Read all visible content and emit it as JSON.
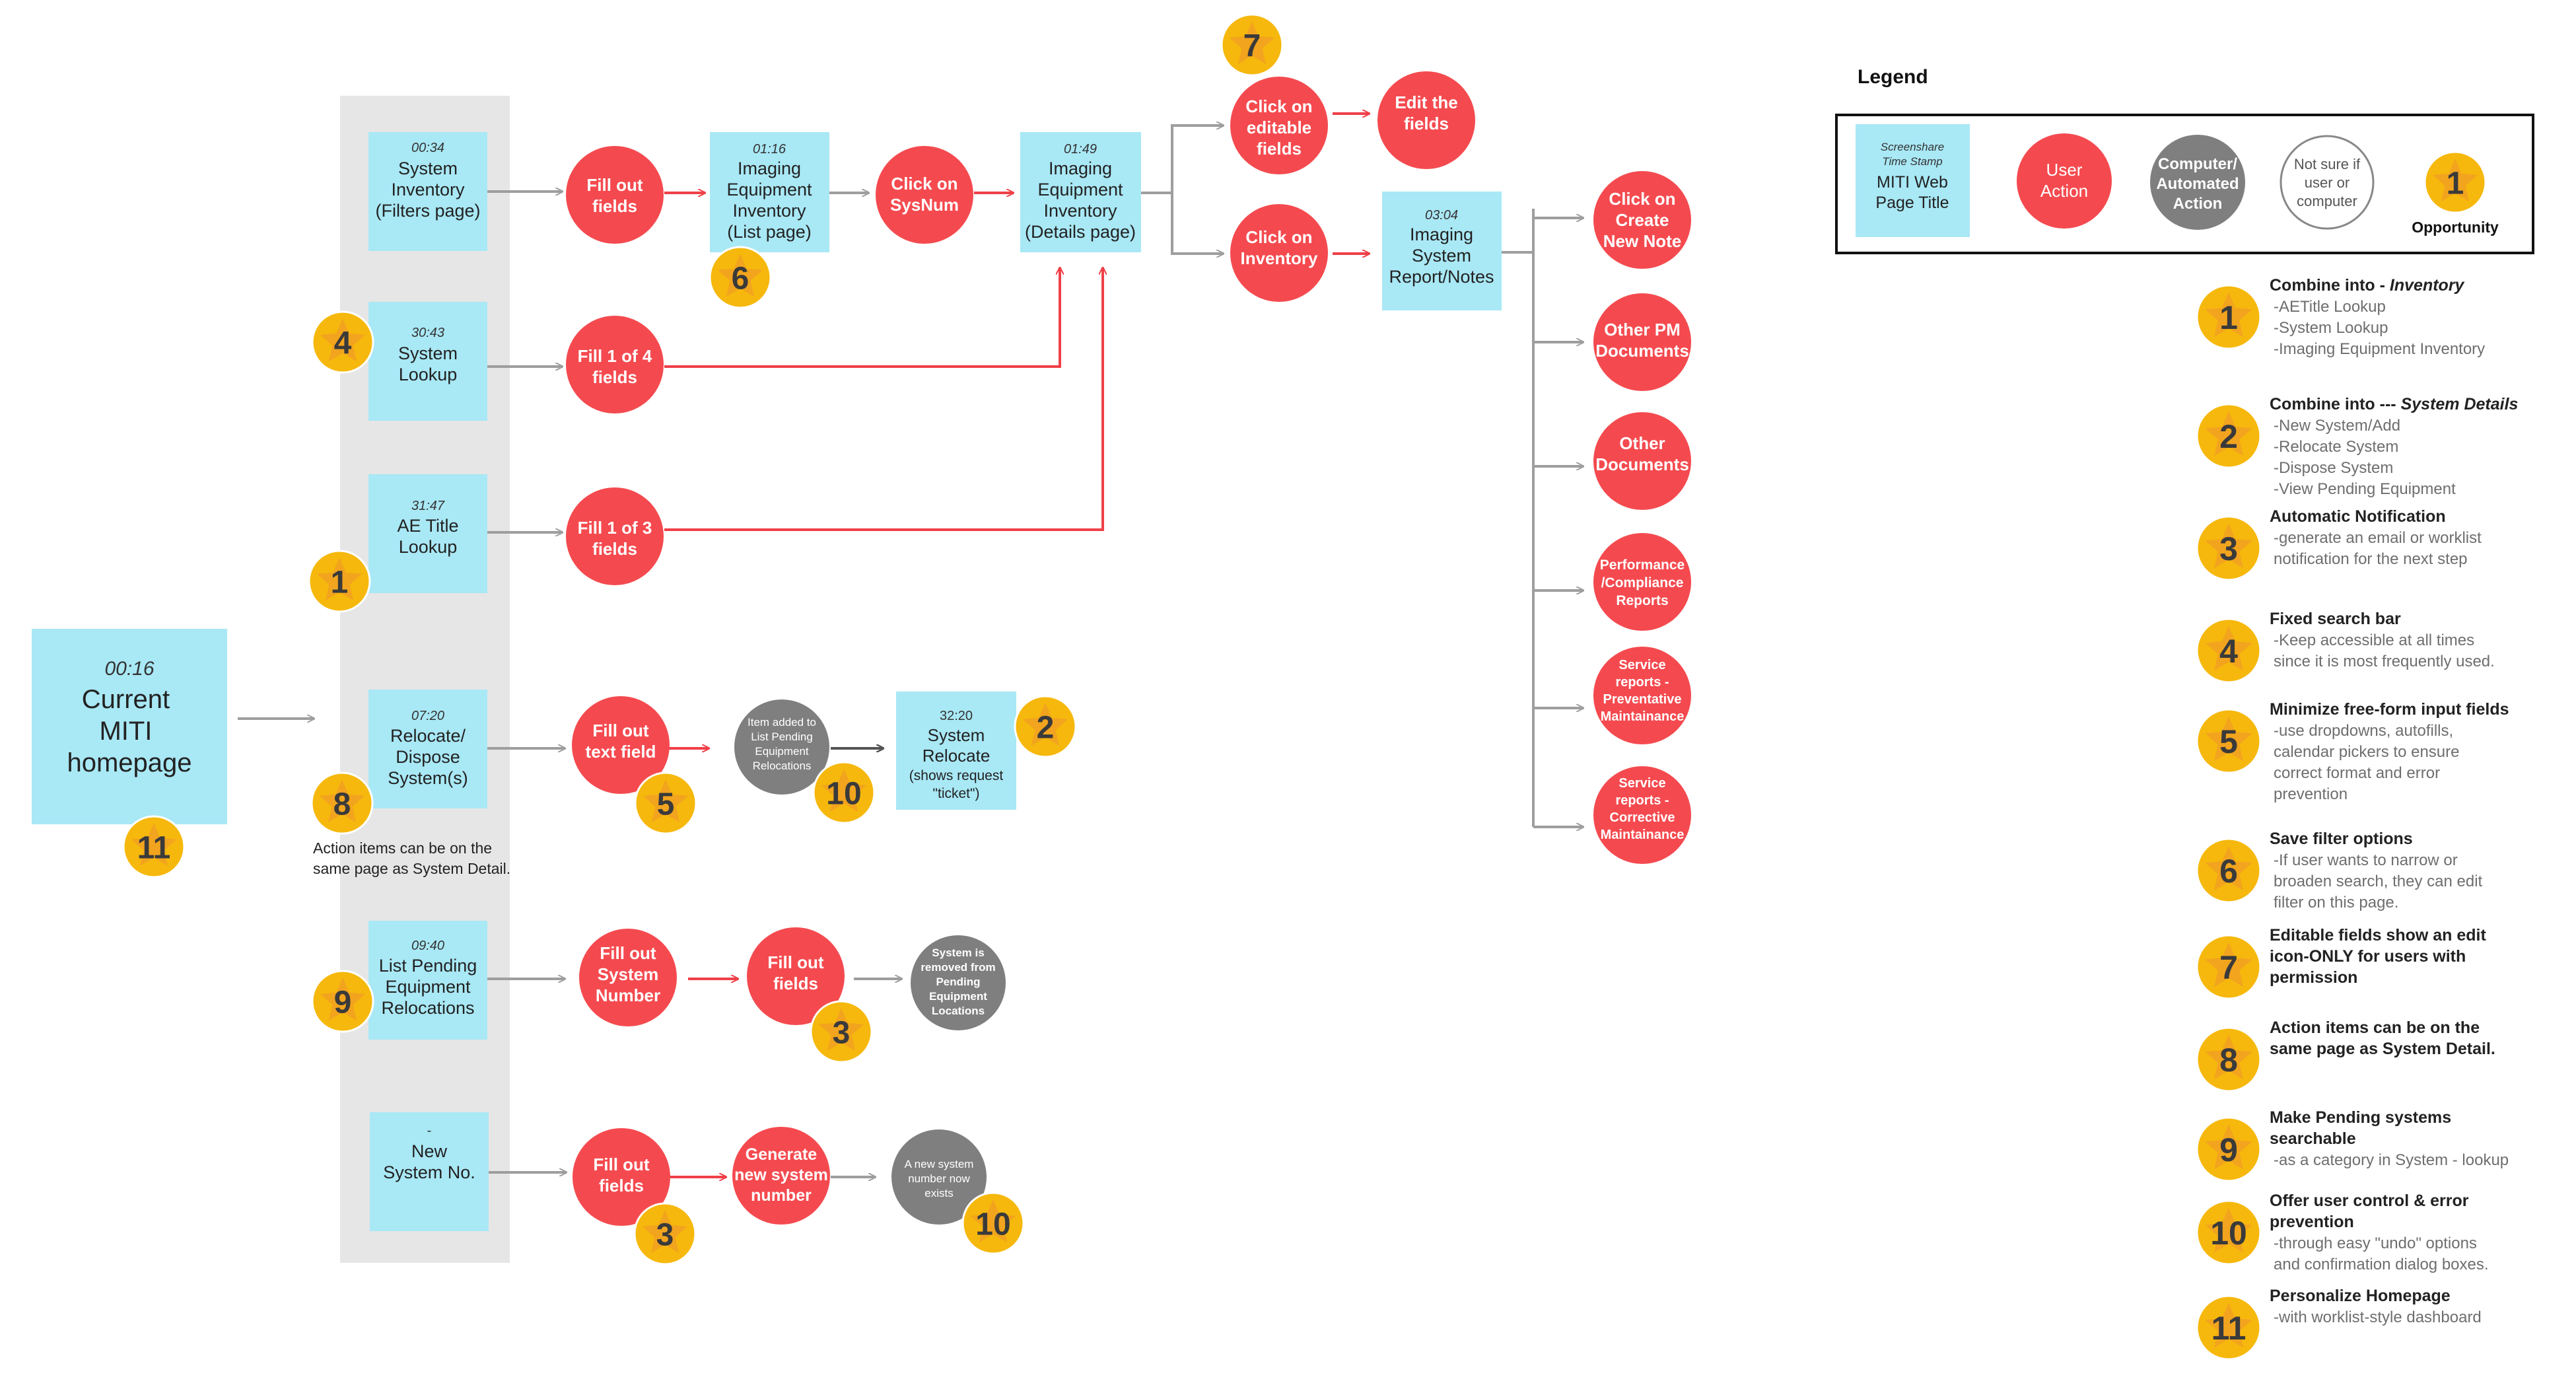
{
  "legend_title": "Legend",
  "legend": {
    "screen_line1": "Screenshare",
    "screen_line2": "Time Stamp",
    "screen_line3": "MITI Web",
    "screen_line4": "Page Title",
    "user_action": [
      "User",
      "Action"
    ],
    "computer_action": [
      "Computer/",
      "Automated",
      "Action"
    ],
    "not_sure": [
      "Not sure if",
      "user or",
      "computer"
    ],
    "opportunity_num": "1",
    "opportunity_label": "Opportunity"
  },
  "home": {
    "time": "00:16",
    "lines": [
      "Current",
      "MITI",
      "homepage"
    ]
  },
  "pages": [
    {
      "time": "00:34",
      "lines": [
        "System",
        "Inventory",
        "(Filters page)"
      ]
    },
    {
      "time": "30:43",
      "lines": [
        "System",
        "Lookup"
      ]
    },
    {
      "time": "31:47",
      "lines": [
        "AE Title",
        "Lookup"
      ]
    },
    {
      "time": "07:20",
      "lines": [
        "Relocate/",
        "Dispose",
        "System(s)"
      ]
    },
    {
      "time": "09:40",
      "lines": [
        "List Pending",
        "Equipment",
        "Relocations"
      ]
    },
    {
      "time": "-",
      "lines": [
        "New",
        "System No."
      ]
    },
    {
      "time": "01:16",
      "lines": [
        "Imaging",
        "Equipment",
        "Inventory",
        "(List page)"
      ]
    },
    {
      "time": "01:49",
      "lines": [
        "Imaging",
        "Equipment",
        "Inventory",
        "(Details page)"
      ]
    },
    {
      "time": "03:04",
      "lines": [
        "Imaging",
        "System",
        "Report/Notes"
      ]
    },
    {
      "time": "32:20",
      "lines": [
        "System",
        "Relocate",
        "(shows request",
        "\"ticket\")"
      ]
    }
  ],
  "user_actions": [
    {
      "lines": [
        "Fill out",
        "fields"
      ]
    },
    {
      "lines": [
        "Click on",
        "SysNum"
      ]
    },
    {
      "lines": [
        "Click on",
        "editable",
        "fields"
      ]
    },
    {
      "lines": [
        "Edit the",
        "fields"
      ]
    },
    {
      "lines": [
        "Click on",
        "Inventory"
      ]
    },
    {
      "lines": [
        "Fill 1 of 4",
        "fields"
      ]
    },
    {
      "lines": [
        "Fill 1 of 3",
        "fields"
      ]
    },
    {
      "lines": [
        "Fill out",
        "text field"
      ]
    },
    {
      "lines": [
        "Fill out",
        "System",
        "Number"
      ]
    },
    {
      "lines": [
        "Fill out",
        "fields"
      ]
    },
    {
      "lines": [
        "Fill out",
        "fields"
      ]
    },
    {
      "lines": [
        "Generate",
        "new system",
        "number"
      ]
    },
    {
      "lines": [
        "Click on",
        "Create",
        "New Note"
      ]
    },
    {
      "lines": [
        "Other PM",
        "Documents"
      ]
    },
    {
      "lines": [
        "Other",
        "Documents"
      ]
    },
    {
      "lines": [
        "Performance",
        "/Compliance",
        "Reports"
      ]
    },
    {
      "lines": [
        "Service",
        "reports -",
        "Preventative",
        "Maintainance"
      ]
    },
    {
      "lines": [
        "Service",
        "reports -",
        "Corrective",
        "Maintainance"
      ]
    }
  ],
  "computer_actions": [
    {
      "lines": [
        "Item added to",
        "List Pending",
        "Equipment",
        "Relocations"
      ]
    },
    {
      "lines": [
        "System is",
        "removed from",
        "Pending",
        "Equipment",
        "Locations"
      ]
    },
    {
      "lines": [
        "A new system",
        "number now",
        "exists"
      ]
    }
  ],
  "stars": [
    "4",
    "1",
    "8",
    "9",
    "11",
    "6",
    "7",
    "5",
    "10",
    "2",
    "3",
    "3",
    "10"
  ],
  "note_lines": [
    "Action items can be on the",
    "same page as System Detail."
  ],
  "opportunities": [
    {
      "num": "1",
      "title": "Combine into - ",
      "title_em": "Inventory",
      "details": [
        "-AETitle Lookup",
        "-System Lookup",
        "-Imaging Equipment Inventory"
      ]
    },
    {
      "num": "2",
      "title": "Combine into --- ",
      "title_em": "System Details",
      "details": [
        "-New System/Add",
        "-Relocate System",
        "-Dispose System",
        "-View Pending Equipment"
      ]
    },
    {
      "num": "3",
      "title": "Automatic  Notification",
      "title_em": "",
      "details": [
        "-generate an email or worklist",
        "notification for the next step"
      ]
    },
    {
      "num": "4",
      "title": "Fixed search bar",
      "title_em": "",
      "details": [
        " -Keep accessible at all times",
        "since it is most frequently used."
      ]
    },
    {
      "num": "5",
      "title": "Minimize free-form input fields",
      "title_em": "",
      "details": [
        "-use dropdowns, autofills,",
        "calendar pickers to ensure",
        "correct format and error",
        "prevention"
      ]
    },
    {
      "num": "6",
      "title": "Save filter options",
      "title_em": "",
      "details": [
        " -If user wants to narrow or",
        "broaden search, they can edit",
        "filter on this page."
      ]
    },
    {
      "num": "7",
      "title": "Editable fields show an edit",
      "title_em": "",
      "title2": [
        "icon-ONLY for users with",
        "permission"
      ],
      "details": []
    },
    {
      "num": "8",
      "title": "Action items can be on the",
      "title_em": "",
      "title2": [
        "same page as System Detail."
      ],
      "details": []
    },
    {
      "num": "9",
      "title": "Make Pending systems",
      "title_em": "",
      "title2": [
        "searchable"
      ],
      "details": [
        "-as a category in System - lookup"
      ]
    },
    {
      "num": "10",
      "title": "Offer user control & error",
      "title_em": "",
      "title2": [
        "prevention"
      ],
      "details": [
        "-through easy \"undo\" options",
        "and confirmation dialog boxes."
      ]
    },
    {
      "num": "11",
      "title": "Personalize Homepage",
      "title_em": "",
      "details": [
        "-with worklist-style dashboard"
      ]
    }
  ],
  "colors": {
    "page_box": "#a9e8f5",
    "user_action": "#f44a4f",
    "computer_action": "#7f7f7f",
    "star_badge": "#f6b80c",
    "star_shape": "#f2a41e",
    "band": "#e6e6e6",
    "gray_arrow": "#9e9e9e",
    "red_arrow": "#f04048"
  }
}
